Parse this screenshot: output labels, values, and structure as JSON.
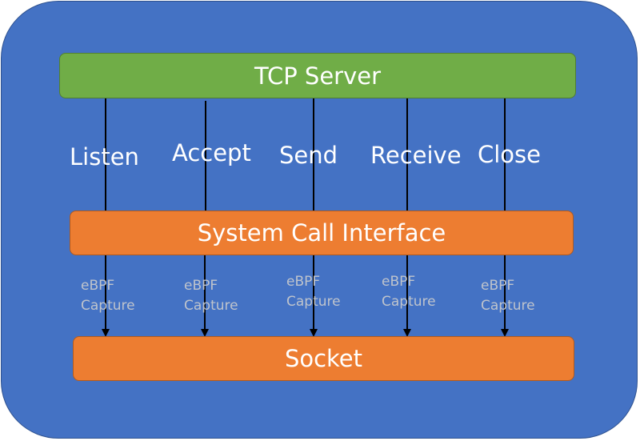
{
  "diagram": {
    "container_color": "#4472c4",
    "layers": {
      "tcp_server": {
        "label": "TCP Server",
        "color": "#70ad47"
      },
      "system_call_interface": {
        "label": "System Call Interface",
        "color": "#ed7d31"
      },
      "socket": {
        "label": "Socket",
        "color": "#ed7d31"
      }
    },
    "calls": [
      {
        "label": "Listen"
      },
      {
        "label": "Accept"
      },
      {
        "label": "Send"
      },
      {
        "label": "Receive"
      },
      {
        "label": "Close"
      }
    ],
    "captures": [
      {
        "line1": "eBPF",
        "line2": "Capture"
      },
      {
        "line1": "eBPF",
        "line2": "Capture"
      },
      {
        "line1": "eBPF",
        "line2": "Capture"
      },
      {
        "line1": "eBPF",
        "line2": "Capture"
      },
      {
        "line1": "eBPF",
        "line2": "Capture"
      }
    ],
    "connector_color": "#000000",
    "text_color": "#ffffff",
    "capture_text_color": "#bfc4cc"
  }
}
